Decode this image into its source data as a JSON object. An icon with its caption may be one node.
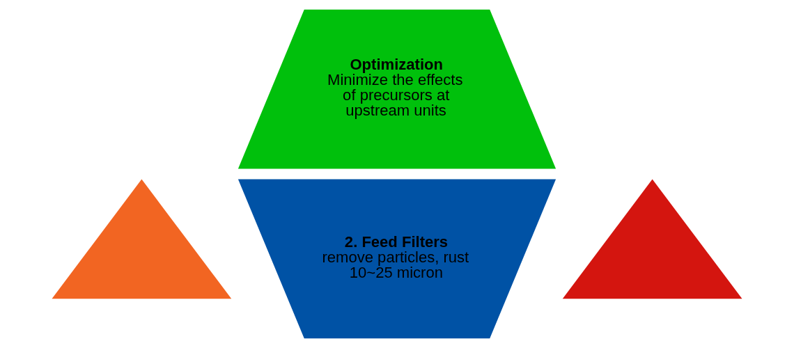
{
  "diagram": {
    "nodes": [
      {
        "text": [
          "Optimization",
          "Minimize the effects of precursors at upstream units"
        ]
      },
      {
        "text": [],
        "shape": "triangle"
      },
      {
        "text": [
          "2. Feed Filters",
          "remove particles, rust 10~25 micron"
        ]
      },
      {
        "text": [],
        "shape": "triangle"
      }
    ],
    "edges": []
  }
}
